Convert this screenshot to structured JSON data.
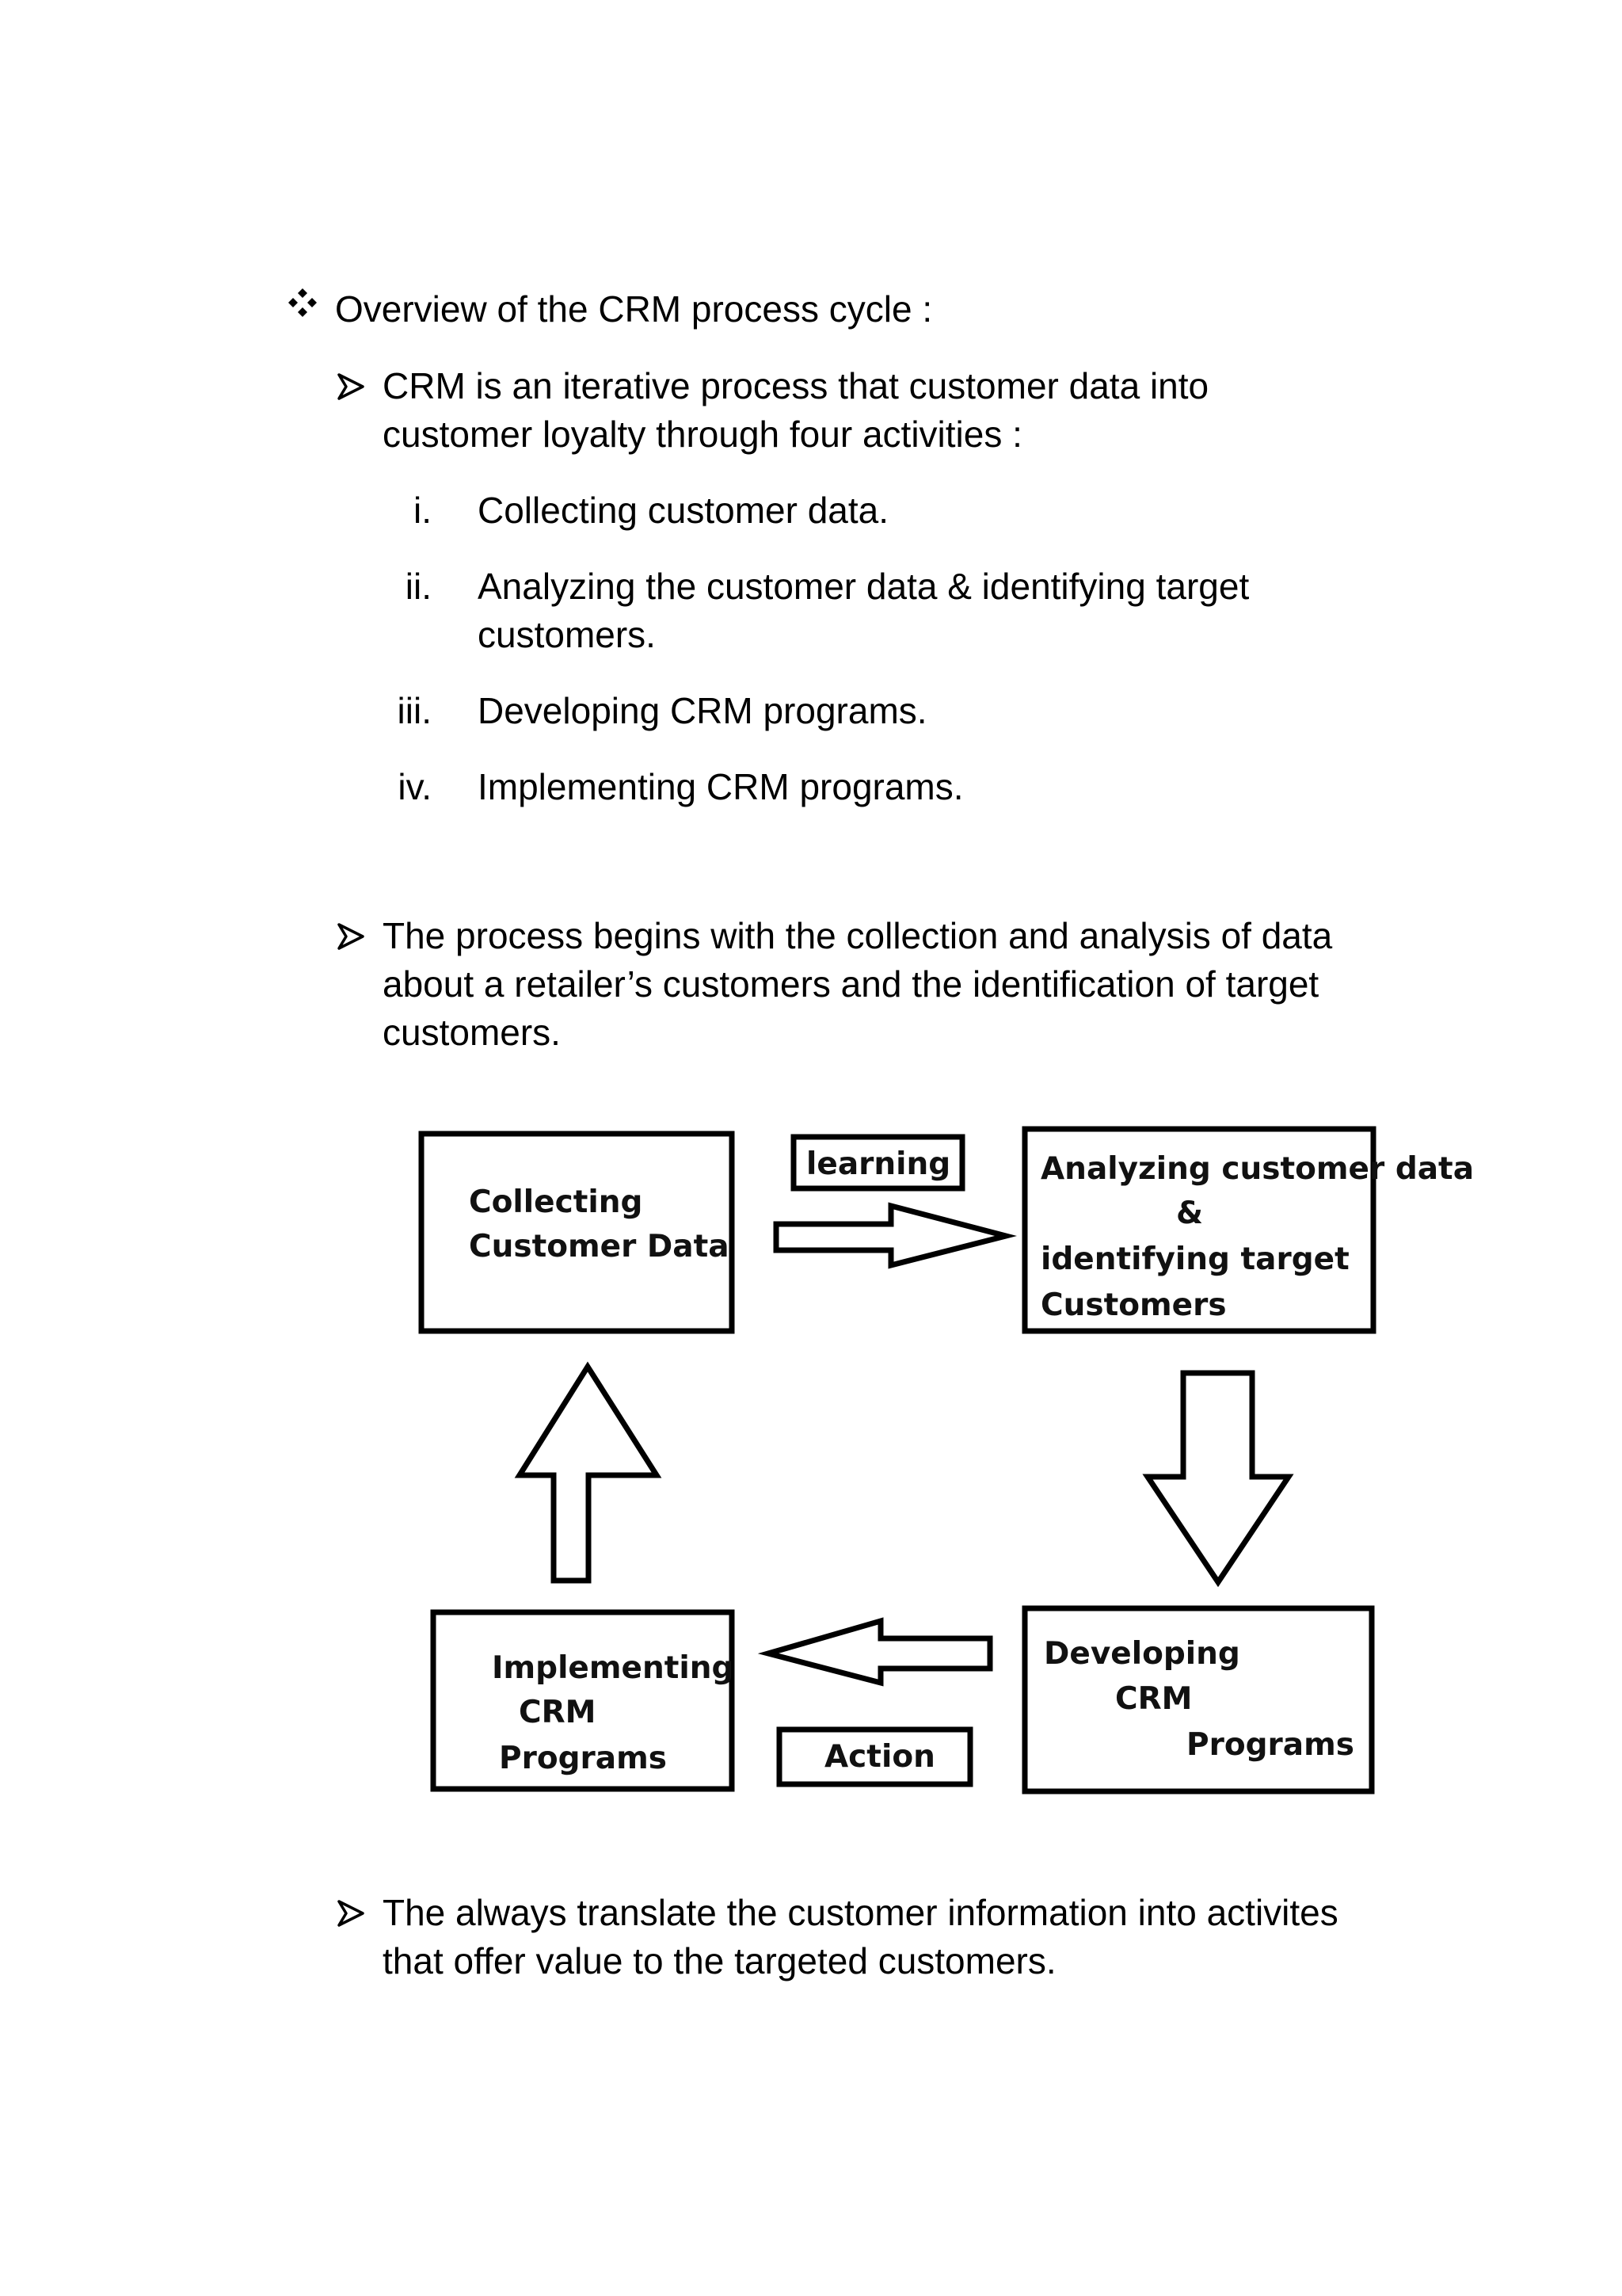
{
  "heading": "Overview of the CRM process cycle  :",
  "bullet1": {
    "line1": "CRM is an iterative process that customer data into",
    "line2": "customer loyalty through four activities :"
  },
  "activities": [
    {
      "num": "i.",
      "text": "Collecting customer data."
    },
    {
      "num": "ii.",
      "text": "Analyzing the customer data & identifying target",
      "text2": "customers."
    },
    {
      "num": "iii.",
      "text": "Developing CRM programs."
    },
    {
      "num": "iv.",
      "text": "Implementing CRM programs."
    }
  ],
  "bullet2": {
    "line1": "The process begins with the collection and analysis of data",
    "line2": "about a retailer’s customers and the identification of target",
    "line3": "customers."
  },
  "diagram": {
    "box_collect": {
      "line1": "Collecting",
      "line2": "Customer Data"
    },
    "box_analyze": {
      "line1": "Analyzing customer data",
      "line2": "&",
      "line3": "identifying target",
      "line4": "Customers"
    },
    "box_develop": {
      "line1": "Developing",
      "line2": "CRM",
      "line3": "Programs"
    },
    "box_implement": {
      "line1": "Implementing",
      "line2": "CRM",
      "line3": "Programs"
    },
    "learning_label": "learning",
    "action_label": "Action"
  },
  "bullet3": {
    "line1": "The always translate the customer information into activites",
    "line2": "that offer value to the targeted customers."
  }
}
